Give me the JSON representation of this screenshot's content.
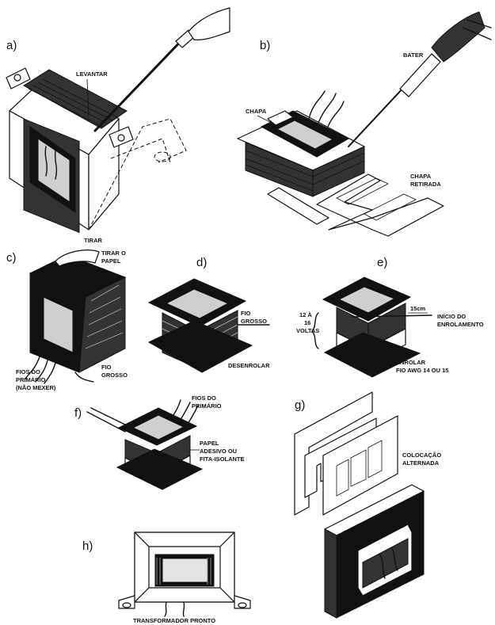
{
  "panels": {
    "a": {
      "letter": "a)",
      "labels": [
        "LEVANTAR",
        "TIRAR"
      ]
    },
    "b": {
      "letter": "b)",
      "labels": [
        "BATER",
        "CHAPA",
        "CHAPA",
        "RETIRADA"
      ]
    },
    "c": {
      "letter": "c)",
      "labels": [
        "TIRAR O",
        "PAPEL",
        "FIOS DO",
        "PRIMÁRIO",
        "(NÃO MEXER)",
        "FIO",
        "GROSSO"
      ]
    },
    "d": {
      "letter": "d)",
      "labels": [
        "FIO",
        "GROSSO",
        "DESENROLAR"
      ]
    },
    "e": {
      "letter": "e)",
      "labels": [
        "12 À",
        "16",
        "VOLTAS",
        "15cm",
        "INÍCIO DO",
        "ENROLAMENTO",
        "ENROLAR",
        "FIO AWG 14 OU 15"
      ]
    },
    "f": {
      "letter": "f)",
      "labels": [
        "FIOS DO",
        "PRIMÁRIO",
        "PAPEL",
        "ADESIVO OU",
        "FITA-ISOLANTE"
      ]
    },
    "g": {
      "letter": "g)",
      "labels": [
        "COLOCAÇÃO",
        "ALTERNADA"
      ]
    },
    "h": {
      "letter": "h)",
      "labels": [
        "TRANSFORMADOR PRONTO"
      ]
    }
  }
}
